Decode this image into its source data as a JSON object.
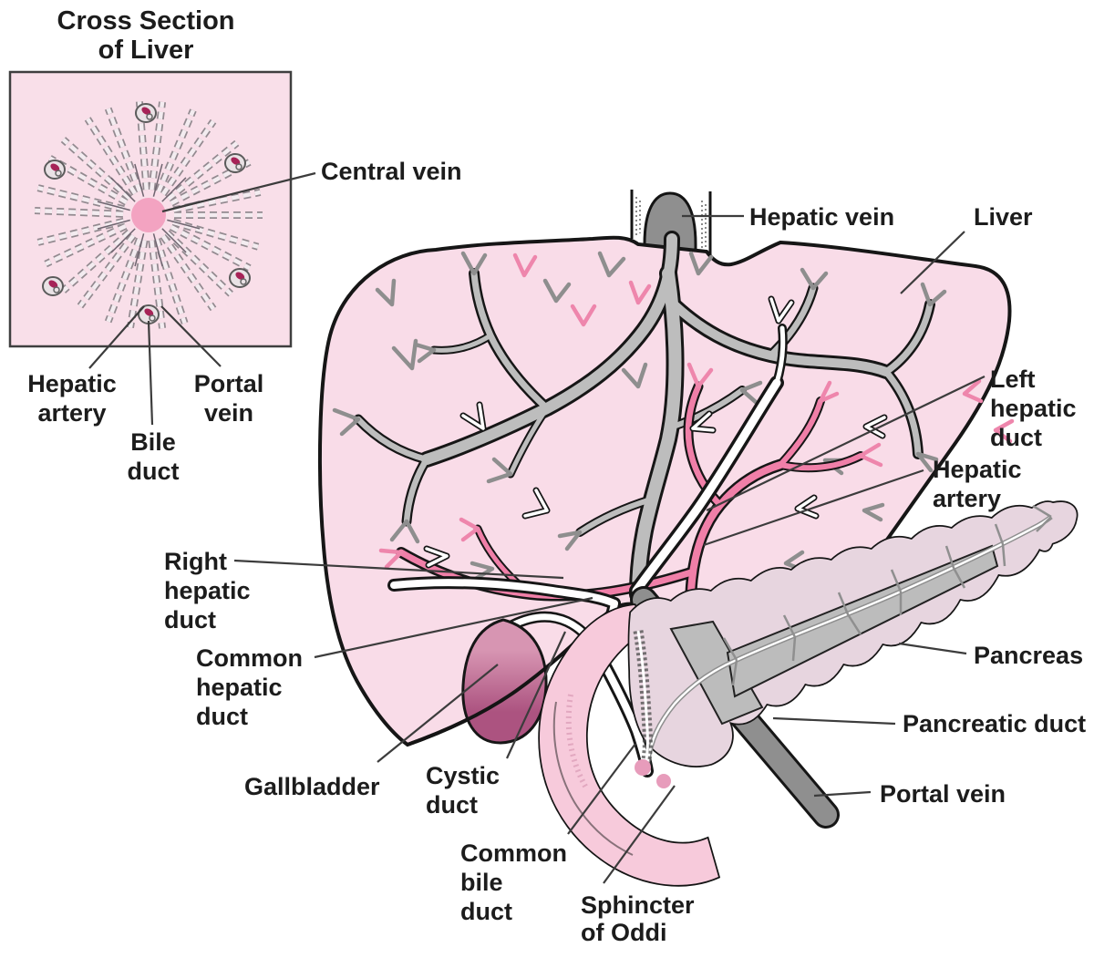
{
  "inset": {
    "title": [
      "Cross Section",
      "of Liver"
    ],
    "labels": {
      "central_vein": "Central vein",
      "hepatic_artery": [
        "Hepatic",
        "artery"
      ],
      "bile_duct": [
        "Bile",
        "duct"
      ],
      "portal_vein": [
        "Portal",
        "vein"
      ]
    }
  },
  "main": {
    "labels": {
      "hepatic_vein": "Hepatic vein",
      "liver": "Liver",
      "left_hepatic_duct": [
        "Left",
        "hepatic",
        "duct"
      ],
      "hepatic_artery": [
        "Hepatic",
        "artery"
      ],
      "right_hepatic_duct": [
        "Right",
        "hepatic",
        "duct"
      ],
      "common_hepatic_duct": [
        "Common",
        "hepatic",
        "duct"
      ],
      "gallbladder": "Gallbladder",
      "cystic_duct": [
        "Cystic",
        "duct"
      ],
      "common_bile_duct": [
        "Common",
        "bile",
        "duct"
      ],
      "sphincter_of_oddi": [
        "Sphincter",
        "of Oddi"
      ],
      "pancreas": "Pancreas",
      "pancreatic_duct": "Pancreatic duct",
      "portal_vein": "Portal vein"
    }
  },
  "colors": {
    "liver": "#F9DCE8",
    "outline": "#161616",
    "vessel_gray": "#BDBDBD",
    "artery_pink": "#F07FA8",
    "duct_white": "#FFFFFF",
    "dark_vein": "#8F8F8F",
    "gallbladder_light": "#D795B2",
    "gallbladder_dark": "#AC5380",
    "duodenum": "#F7CADB",
    "pancreas": "#E7D5DF",
    "pancreas_band": "#BCBCBC",
    "inset_bg": "#F9DFE9",
    "central_vein": "#F3A3C1",
    "triad_magenta": "#A62357",
    "sphincter": "#E79CBB",
    "text": "#1C1C1C",
    "leader": "#3C3C3C"
  }
}
